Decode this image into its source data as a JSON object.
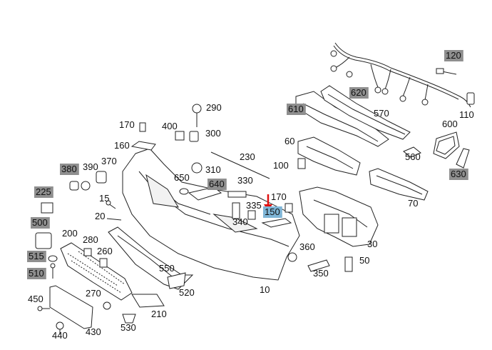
{
  "diagram": {
    "labels": [
      {
        "id": "120",
        "text": "120",
        "boxed": true
      },
      {
        "id": "620",
        "text": "620",
        "boxed": true
      },
      {
        "id": "110",
        "text": "110",
        "boxed": false
      },
      {
        "id": "610",
        "text": "610",
        "boxed": true
      },
      {
        "id": "570",
        "text": "570",
        "boxed": false
      },
      {
        "id": "600",
        "text": "600",
        "boxed": false
      },
      {
        "id": "560",
        "text": "560",
        "boxed": false
      },
      {
        "id": "630",
        "text": "630",
        "boxed": true
      },
      {
        "id": "290",
        "text": "290",
        "boxed": false
      },
      {
        "id": "170a",
        "text": "170",
        "boxed": false
      },
      {
        "id": "400",
        "text": "400",
        "boxed": false
      },
      {
        "id": "300",
        "text": "300",
        "boxed": false
      },
      {
        "id": "160",
        "text": "160",
        "boxed": false
      },
      {
        "id": "230",
        "text": "230",
        "boxed": false
      },
      {
        "id": "60",
        "text": "60",
        "boxed": false
      },
      {
        "id": "100",
        "text": "100",
        "boxed": false
      },
      {
        "id": "380",
        "text": "380",
        "boxed": true
      },
      {
        "id": "390",
        "text": "390",
        "boxed": false
      },
      {
        "id": "370",
        "text": "370",
        "boxed": false
      },
      {
        "id": "310",
        "text": "310",
        "boxed": false
      },
      {
        "id": "650",
        "text": "650",
        "boxed": false
      },
      {
        "id": "640",
        "text": "640",
        "boxed": true
      },
      {
        "id": "330",
        "text": "330",
        "boxed": false
      },
      {
        "id": "225",
        "text": "225",
        "boxed": true
      },
      {
        "id": "15",
        "text": "15",
        "boxed": false
      },
      {
        "id": "170b",
        "text": "170",
        "boxed": false
      },
      {
        "id": "335",
        "text": "335",
        "boxed": false
      },
      {
        "id": "150",
        "text": "150",
        "boxed": true,
        "highlight": true
      },
      {
        "id": "70",
        "text": "70",
        "boxed": false
      },
      {
        "id": "20",
        "text": "20",
        "boxed": false
      },
      {
        "id": "340",
        "text": "340",
        "boxed": false
      },
      {
        "id": "500",
        "text": "500",
        "boxed": true
      },
      {
        "id": "200",
        "text": "200",
        "boxed": false
      },
      {
        "id": "280",
        "text": "280",
        "boxed": false
      },
      {
        "id": "30",
        "text": "30",
        "boxed": false
      },
      {
        "id": "360",
        "text": "360",
        "boxed": false
      },
      {
        "id": "260",
        "text": "260",
        "boxed": false
      },
      {
        "id": "515",
        "text": "515",
        "boxed": true
      },
      {
        "id": "50",
        "text": "50",
        "boxed": false
      },
      {
        "id": "510",
        "text": "510",
        "boxed": true
      },
      {
        "id": "550",
        "text": "550",
        "boxed": false
      },
      {
        "id": "350",
        "text": "350",
        "boxed": false
      },
      {
        "id": "10",
        "text": "10",
        "boxed": false
      },
      {
        "id": "520",
        "text": "520",
        "boxed": false
      },
      {
        "id": "270",
        "text": "270",
        "boxed": false
      },
      {
        "id": "450",
        "text": "450",
        "boxed": false
      },
      {
        "id": "210",
        "text": "210",
        "boxed": false
      },
      {
        "id": "430",
        "text": "430",
        "boxed": false
      },
      {
        "id": "530",
        "text": "530",
        "boxed": false
      },
      {
        "id": "440",
        "text": "440",
        "boxed": false
      }
    ],
    "colors": {
      "label_box": "#8f8f8f",
      "highlight_box": "#7fb5d6",
      "arrow": "#e01010",
      "line": "#222222"
    }
  }
}
